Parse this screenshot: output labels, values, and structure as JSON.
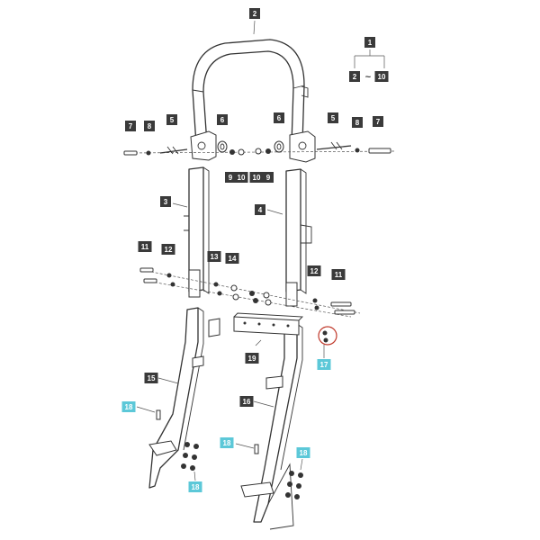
{
  "diagram": {
    "callouts": {
      "c2_top": "2",
      "c1": "1",
      "c2_range": "2",
      "range_sep": "~",
      "c10_range": "10",
      "c7_left": "7",
      "c8_left": "8",
      "c5_left": "5",
      "c6_left": "6",
      "c6_right": "6",
      "c5_right": "5",
      "c8_right": "8",
      "c7_right": "7",
      "c9_a": "9",
      "c10_a": "10",
      "c10_b": "10",
      "c9_b": "9",
      "c3": "3",
      "c4": "4",
      "c11_left": "11",
      "c12_left": "12",
      "c13": "13",
      "c14": "14",
      "c12_right": "12",
      "c11_right": "11",
      "c15": "15",
      "c19": "19",
      "c17": "17",
      "c18_a": "18",
      "c16": "16",
      "c18_b": "18",
      "c18_c": "18",
      "c18_d": "18"
    },
    "colors": {
      "label_dark": "#3a3a3a",
      "label_highlight": "#5cc8d8",
      "highlight_circle": "#c0392b"
    }
  }
}
